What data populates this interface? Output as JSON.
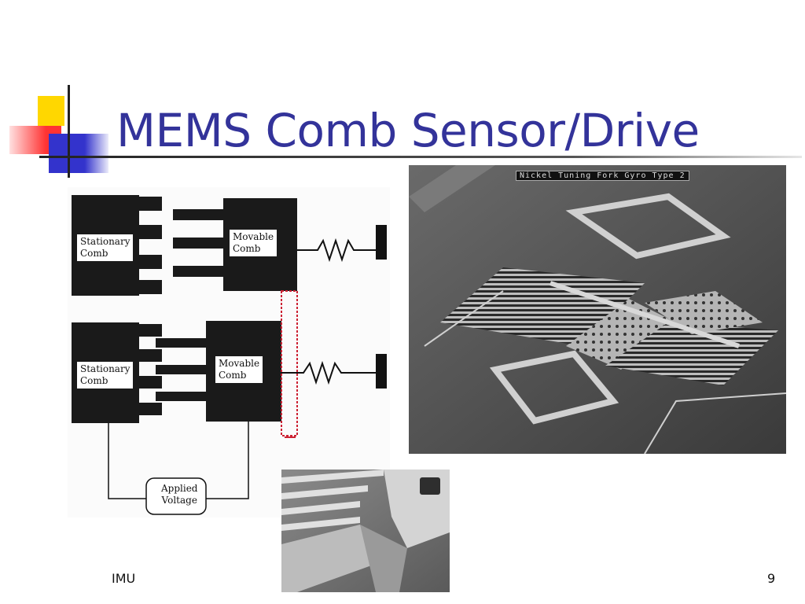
{
  "slide": {
    "title": "MEMS Comb Sensor/Drive",
    "footer_left": "IMU",
    "page_number": "9"
  },
  "diagram": {
    "top_stationary_label": "Stationary\nComb",
    "top_movable_label": "Movable\nComb",
    "bottom_stationary_label": "Stationary\nComb",
    "bottom_movable_label": "Movable\nComb",
    "voltage_label": "Applied\nVoltage"
  },
  "sem_image": {
    "caption": "Nickel Tuning Fork Gyro Type 2"
  },
  "colors": {
    "title": "#33339a",
    "logo_yellow": "#ffd700",
    "logo_red": "#ff3333",
    "logo_blue": "#3333cc",
    "comb_fill": "#1a1a1a",
    "highlight": "#cc2233"
  }
}
